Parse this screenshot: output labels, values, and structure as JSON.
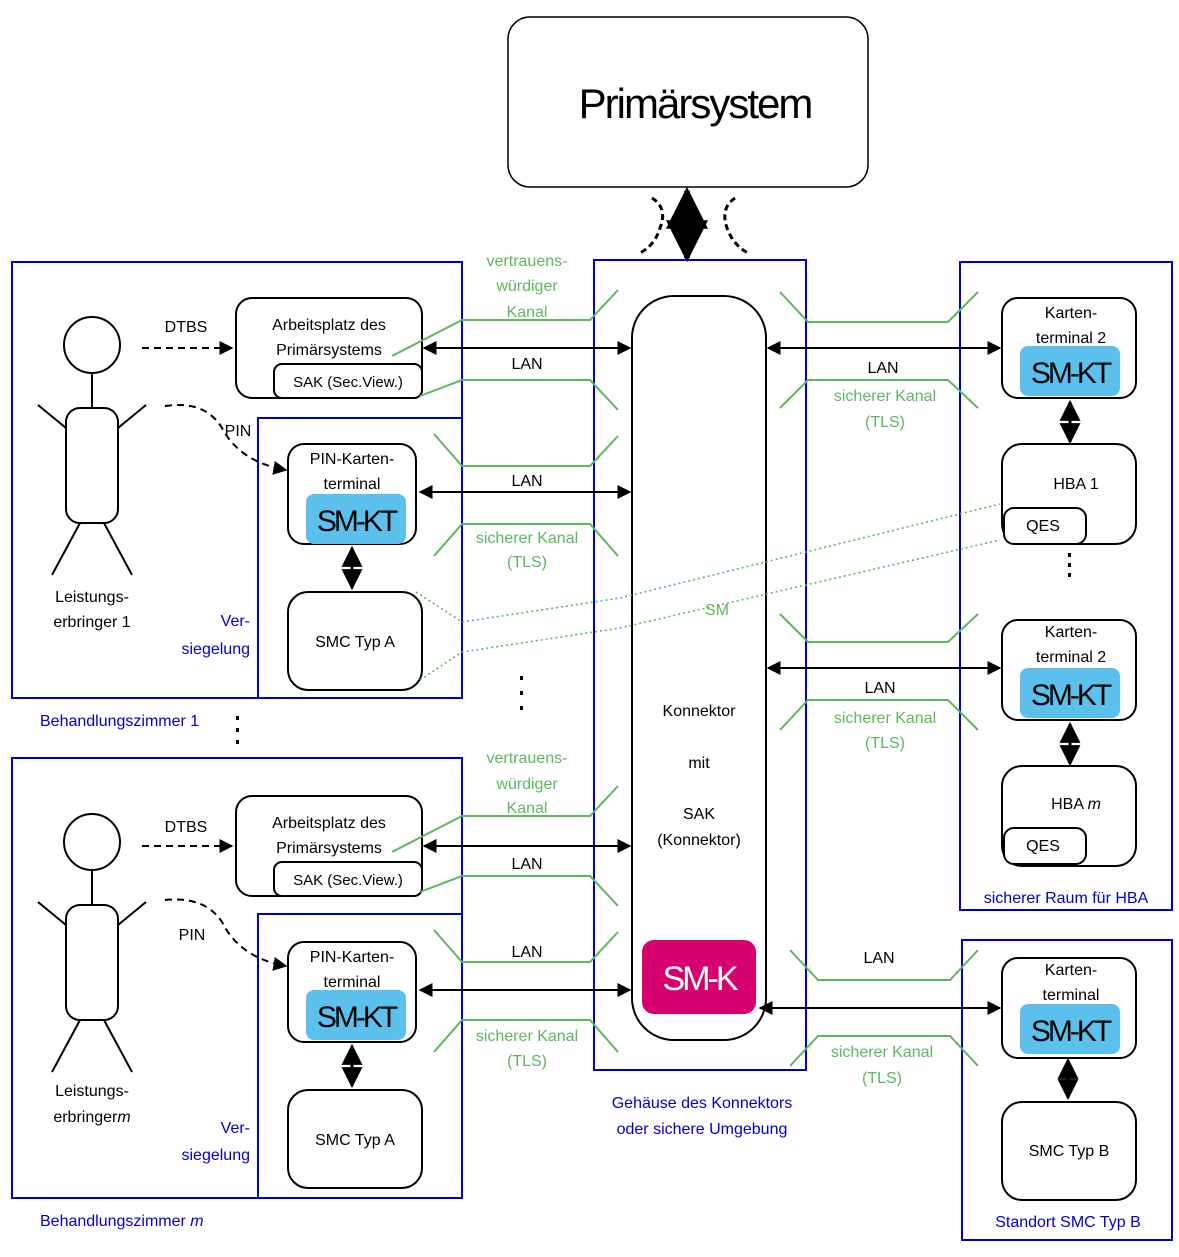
{
  "primary_system": {
    "label": "Primärsystem"
  },
  "connector": {
    "lines": [
      "Konnektor",
      "mit",
      "SAK",
      "(Konnektor)"
    ],
    "sm_k": "SM-K",
    "enclosure_label": [
      "Gehäuse des Konnektors",
      "oder sichere Umgebung"
    ]
  },
  "rooms": [
    {
      "label": "Behandlungszimmer 1",
      "person": [
        "Leistungs-",
        "erbringer 1"
      ],
      "dtbs": "DTBS",
      "pin": "PIN",
      "workplace": [
        "Arbeitsplatz des",
        "Primärsystems"
      ],
      "sak": "SAK (Sec.View.)",
      "pin_terminal": [
        "PIN-Karten-",
        "terminal"
      ],
      "sm_kt": "SM-KT",
      "smc": "SMC Typ A",
      "seal": [
        "Ver-",
        "siegelung"
      ]
    },
    {
      "label_prefix": "Behandlungszimmer ",
      "label_var": "m",
      "person_line1": "Leistungs-",
      "person_line2_prefix": "erbringer",
      "person_line2_var": "m",
      "dtbs": "DTBS",
      "pin": "PIN",
      "workplace": [
        "Arbeitsplatz des",
        "Primärsystems"
      ],
      "sak": "SAK (Sec.View.)",
      "pin_terminal": [
        "PIN-Karten-",
        "terminal"
      ],
      "sm_kt": "SM-KT",
      "smc": "SMC Typ A",
      "seal": [
        "Ver-",
        "siegelung"
      ]
    }
  ],
  "channels": {
    "trusted": [
      "vertrauens-",
      "würdiger",
      "Kanal"
    ],
    "lan": "LAN",
    "secure": [
      "sicherer Kanal",
      "(TLS)"
    ],
    "sm": "SM"
  },
  "hba_room": {
    "label": "sicherer Raum für HBA",
    "terminal1": [
      "Karten-",
      "terminal 2"
    ],
    "hba1": "HBA 1",
    "qes": "QES",
    "terminal2": [
      "Karten-",
      "terminal 2"
    ],
    "hbam_prefix": "HBA ",
    "hbam_var": "m",
    "sm_kt": "SM-KT"
  },
  "smc_b_site": {
    "label": "Standort SMC Typ B",
    "terminal": [
      "Karten-",
      "terminal"
    ],
    "sm_kt": "SM-KT",
    "smc": "SMC Typ B"
  },
  "colors": {
    "blue_frame": "#0000cc",
    "label_blue": "#0000cc",
    "channel_green": "#5cb85c",
    "sm_kt_fill": "#5bc0eb",
    "sm_k_fill": "#d6006e"
  }
}
